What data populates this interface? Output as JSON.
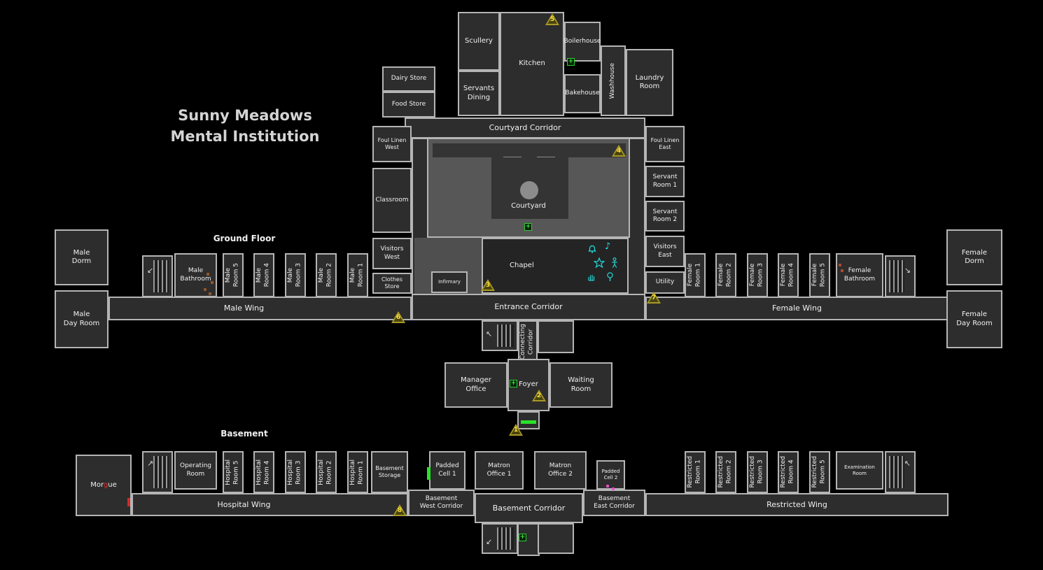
{
  "title": "Sunny Meadows\nMental Institution",
  "floor_labels": {
    "ground": "Ground Floor",
    "basement": "Basement"
  },
  "rooms": {
    "scullery": "Scullery",
    "kitchen": "Kitchen",
    "boilerhouse": "Boilerhouse",
    "bakehouse": "Bakehouse",
    "servants_dining": "Servants\nDining",
    "washhouse": "Washhouse",
    "laundry_room": "Laundry\nRoom",
    "dairy_store": "Dairy Store",
    "food_store": "Food Store",
    "courtyard_corridor": "Courtyard Corridor",
    "foul_linen_west": "Foul Linen\nWest",
    "classroom": "Classroom",
    "visitors_west": "Visitors\nWest",
    "clothes_store": "Clothes\nStore",
    "courtyard": "Courtyard",
    "chapel": "Chapel",
    "infirmary": "Infirmary",
    "entrance_corridor": "Entrance Corridor",
    "foul_linen_east": "Foul Linen\nEast",
    "servant_room_1": "Servant\nRoom 1",
    "servant_room_2": "Servant\nRoom 2",
    "visitors_east": "Visitors\nEast",
    "utility": "Utility",
    "male_dorm": "Male\nDorm",
    "male_day_room": "Male\nDay Room",
    "male_wing": "Male Wing",
    "male_bathroom": "Male\nBathroom",
    "male_room_1": "Male\nRoom 1",
    "male_room_2": "Male\nRoom 2",
    "male_room_3": "Male\nRoom 3",
    "male_room_4": "Male\nRoom 4",
    "male_room_5": "Male\nRoom 5",
    "female_wing": "Female Wing",
    "female_bathroom": "Female\nBathroom",
    "female_room_1": "Female\nRoom 1",
    "female_room_2": "Female\nRoom 2",
    "female_room_3": "Female\nRoom 3",
    "female_room_4": "Female\nRoom 4",
    "female_room_5": "Female\nRoom 5",
    "female_dorm": "Female\nDorm",
    "female_day_room": "Female\nDay Room",
    "connecting_corridor": "Connecting\nCorridor",
    "manager_office": "Manager\nOffice",
    "foyer": "Foyer",
    "waiting_room": "Waiting\nRoom",
    "morgue": {
      "pre": "Mor",
      "accent": "g",
      "post": "ue"
    },
    "hospital_wing": "Hospital Wing",
    "operating_room": "Operating\nRoom",
    "hospital_room_1": "Hospital\nRoom 1",
    "hospital_room_2": "Hospital\nRoom 2",
    "hospital_room_3": "Hospital\nRoom 3",
    "hospital_room_4": "Hospital\nRoom 4",
    "hospital_room_5": "Hospital\nRoom 5",
    "basement_storage": "Basement\nStorage",
    "padded_cell_1": "Padded\nCell 1",
    "padded_cell_2": "Padded\nCell 2",
    "basement_west_corridor": "Basement\nWest Corridor",
    "matron_office_1": "Matron\nOffice 1",
    "matron_office_2": "Matron\nOffice 2",
    "basement_corridor": "Basement Corridor",
    "basement_east_corridor": "Basement\nEast Corridor",
    "restricted_wing": "Restricted Wing",
    "restricted_room_1": "Restricted\nRoom 1",
    "restricted_room_2": "Restricted\nRoom 2",
    "restricted_room_3": "Restricted\nRoom 3",
    "restricted_room_4": "Restricted\nRoom 4",
    "restricted_room_5": "Restricted\nRoom 5",
    "examination_room": "Examination\nRoom"
  },
  "markers": {
    "m1": "1",
    "m2": "2",
    "m3": "3",
    "m4": "4",
    "m5": "5",
    "m6": "6",
    "m7": "7",
    "m8": "8"
  },
  "icons": {
    "fuse_box_glyph": "+",
    "music_note_glyph": "♪",
    "arrows": {
      "male_stairs": "↙",
      "female_stairs": "↘",
      "center_stairs": "↖",
      "basement_left_stairs": "↗",
      "basement_right_stairs": "↖",
      "basement_center_stairs": "↙"
    },
    "cursed_item_icons": [
      "bell-icon",
      "music-note-icon",
      "summoning-circle-icon",
      "voodoo-doll-icon",
      "monkey-paw-icon",
      "haunted-mirror-icon"
    ]
  },
  "colors": {
    "background": "#000000",
    "room_fill": "#2d2d2d",
    "wall": "#b5b5b5",
    "courtyard_fill": "#575757",
    "marker_yellow": "#a89a25",
    "marker_number": "#ffe23e",
    "fuse_green": "#2bd12b",
    "door_green": "#2ae02a",
    "cursed_item_cyan": "#25e2e2",
    "morgue_accent": "#e03030"
  }
}
